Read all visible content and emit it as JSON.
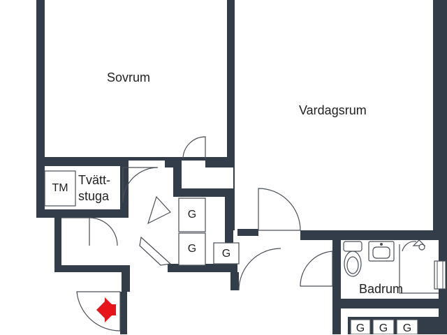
{
  "rooms": {
    "sovrum": "Sovrum",
    "vardagsrum": "Vardagsrum",
    "tvattstuga_line1": "Tvätt-",
    "tvattstuga_line2": "stuga",
    "badrum": "Badrum"
  },
  "fixtures": {
    "tm": "TM",
    "g": "G"
  },
  "colors": {
    "wall": "#333d4a",
    "accent_red": "#e8141c",
    "lines": "#4a4f57",
    "background": "#ffffff"
  },
  "icons": [
    "exit-arrow-icon",
    "toilet-icon",
    "sink-icon",
    "bathtub-icon",
    "shower-head-icon"
  ]
}
